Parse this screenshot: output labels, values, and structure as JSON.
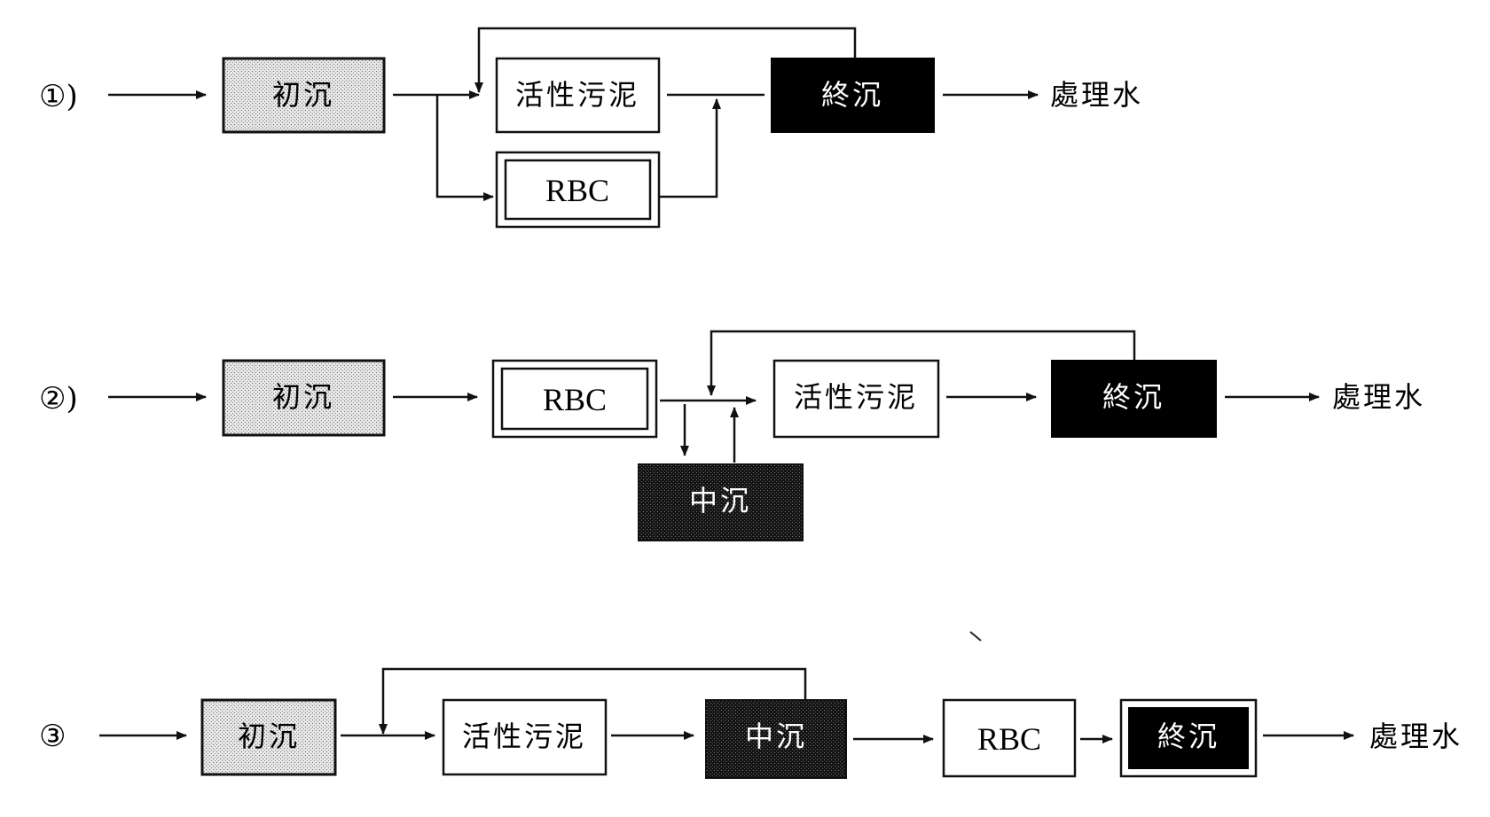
{
  "colors": {
    "line": "#111111",
    "box_fill_white": "#ffffff",
    "box_fill_dark": "#000000",
    "box_fill_stipple_light": "#d9d9d9",
    "box_fill_stipple_dark": "#1a1a1a"
  },
  "process_1": {
    "number": "①)",
    "primary_settling": "初沉",
    "activated_sludge": "活性污泥",
    "rbc": "RBC",
    "final_settling": "終沉",
    "treated_water": "處理水"
  },
  "process_2": {
    "number": "②)",
    "primary_settling": "初沉",
    "rbc": "RBC",
    "intermediate_settling": "中沉",
    "activated_sludge": "活性污泥",
    "final_settling": "終沉",
    "treated_water": "處理水"
  },
  "process_3": {
    "number": "③",
    "primary_settling": "初沉",
    "activated_sludge": "活性污泥",
    "intermediate_settling": "中沉",
    "rbc": "RBC",
    "final_settling": "終沉",
    "treated_water": "處理水"
  }
}
